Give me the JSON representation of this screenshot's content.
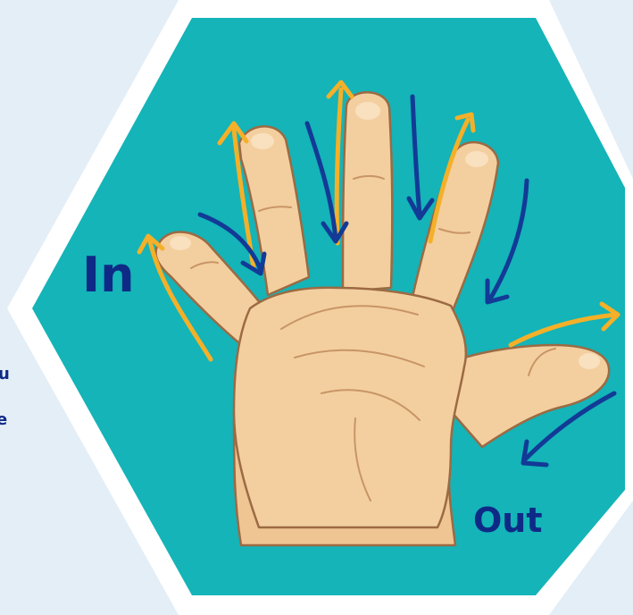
{
  "labels": {
    "in": "In",
    "out": "Out"
  },
  "edge_text": {
    "top": "u",
    "bottom": "e"
  },
  "colors": {
    "background": "#e3eef7",
    "hexagon_border": "#ffffff",
    "hexagon_fill": "#14b4b8",
    "skin": "#f3cf9f",
    "skin_shadow": "#dba878",
    "outline": "#9c6a43",
    "inhale_arrow": "#f4b028",
    "exhale_arrow": "#123a96",
    "label_text": "#0f2a86"
  },
  "icons": {
    "inhale": "orange-up-arrow-icon",
    "exhale": "blue-down-arrow-icon",
    "hand": "open-hand-icon"
  }
}
